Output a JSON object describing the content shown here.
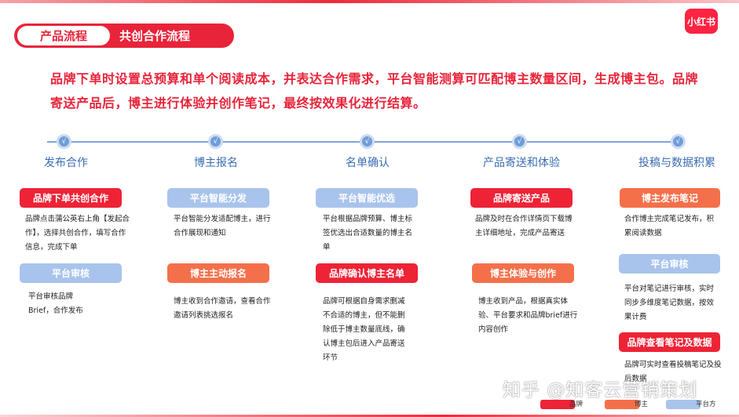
{
  "header": {
    "section_label": "产品流程",
    "section_title": "共创合作流程",
    "logo_text": "小红书"
  },
  "intro": "品牌下单时设置总预算和单个阅读成本，并表达合作需求，平台智能测算可匹配博主数量区间，生成博主包。品牌寄送产品后，博主进行体验并创作笔记，最终按效果化进行结算。",
  "timeline": {
    "check_glyph": "√",
    "stages": [
      {
        "title": "发布合作"
      },
      {
        "title": "博主报名"
      },
      {
        "title": "名单确认"
      },
      {
        "title": "产品寄送和体验"
      },
      {
        "title": "投稿与数据积累"
      }
    ]
  },
  "steps": {
    "s1a": {
      "tag": "品牌下单共创合作",
      "desc": "品牌点击蒲公英右上角【发起合作】，选择共创合作，填写合作信息，完成下单",
      "role": "brand"
    },
    "s1b": {
      "tag": "平台审核",
      "desc": "平台审核品牌Brief，合作发布",
      "role": "platform"
    },
    "s2a": {
      "tag": "平台智能分发",
      "desc": "平台智能分发适配博主，进行合作展现和通知",
      "role": "platform"
    },
    "s2b": {
      "tag": "博主主动报名",
      "desc": "博主收到合作邀请，查看合作邀请列表挑选报名",
      "role": "blogger"
    },
    "s3a": {
      "tag": "平台智能优选",
      "desc": "平台根据品牌预算、博主标签优选出合适数量的博主名单",
      "role": "platform"
    },
    "s3b": {
      "tag": "品牌确认博主名单",
      "desc": "品牌可根据自身需求删减不合适的博主，但不能删除低于博主数量底线，确认博主包后进入产品寄送环节",
      "role": "brand"
    },
    "s4a": {
      "tag": "品牌寄送产品",
      "desc": "品牌及时在合作详情页下载博主详细地址，完成产品寄送",
      "role": "brand"
    },
    "s4b": {
      "tag": "博主体验与创作",
      "desc": "博主收到产品，根据真实体验、平台要求和品牌brief进行内容创作",
      "role": "blogger"
    },
    "s5a": {
      "tag": "博主发布笔记",
      "desc": "合作博主完成笔记发布，积累阅读数据",
      "role": "blogger"
    },
    "s5b": {
      "tag": "平台审核",
      "desc": "平台对笔记进行审核，实时同步多维度笔记数据，按效果计费",
      "role": "platform"
    },
    "s5c": {
      "tag": "品牌查看笔记及数据",
      "desc": "品牌可实时查看投稿笔记及投后数据",
      "role": "brand"
    }
  },
  "legend": [
    {
      "label": "品牌",
      "color": "#ee2336"
    },
    {
      "label": "博主",
      "color": "#f4704a"
    },
    {
      "label": "平台方",
      "color": "#a9c4ec"
    }
  ],
  "watermark": "知乎 @知客云营销策划"
}
